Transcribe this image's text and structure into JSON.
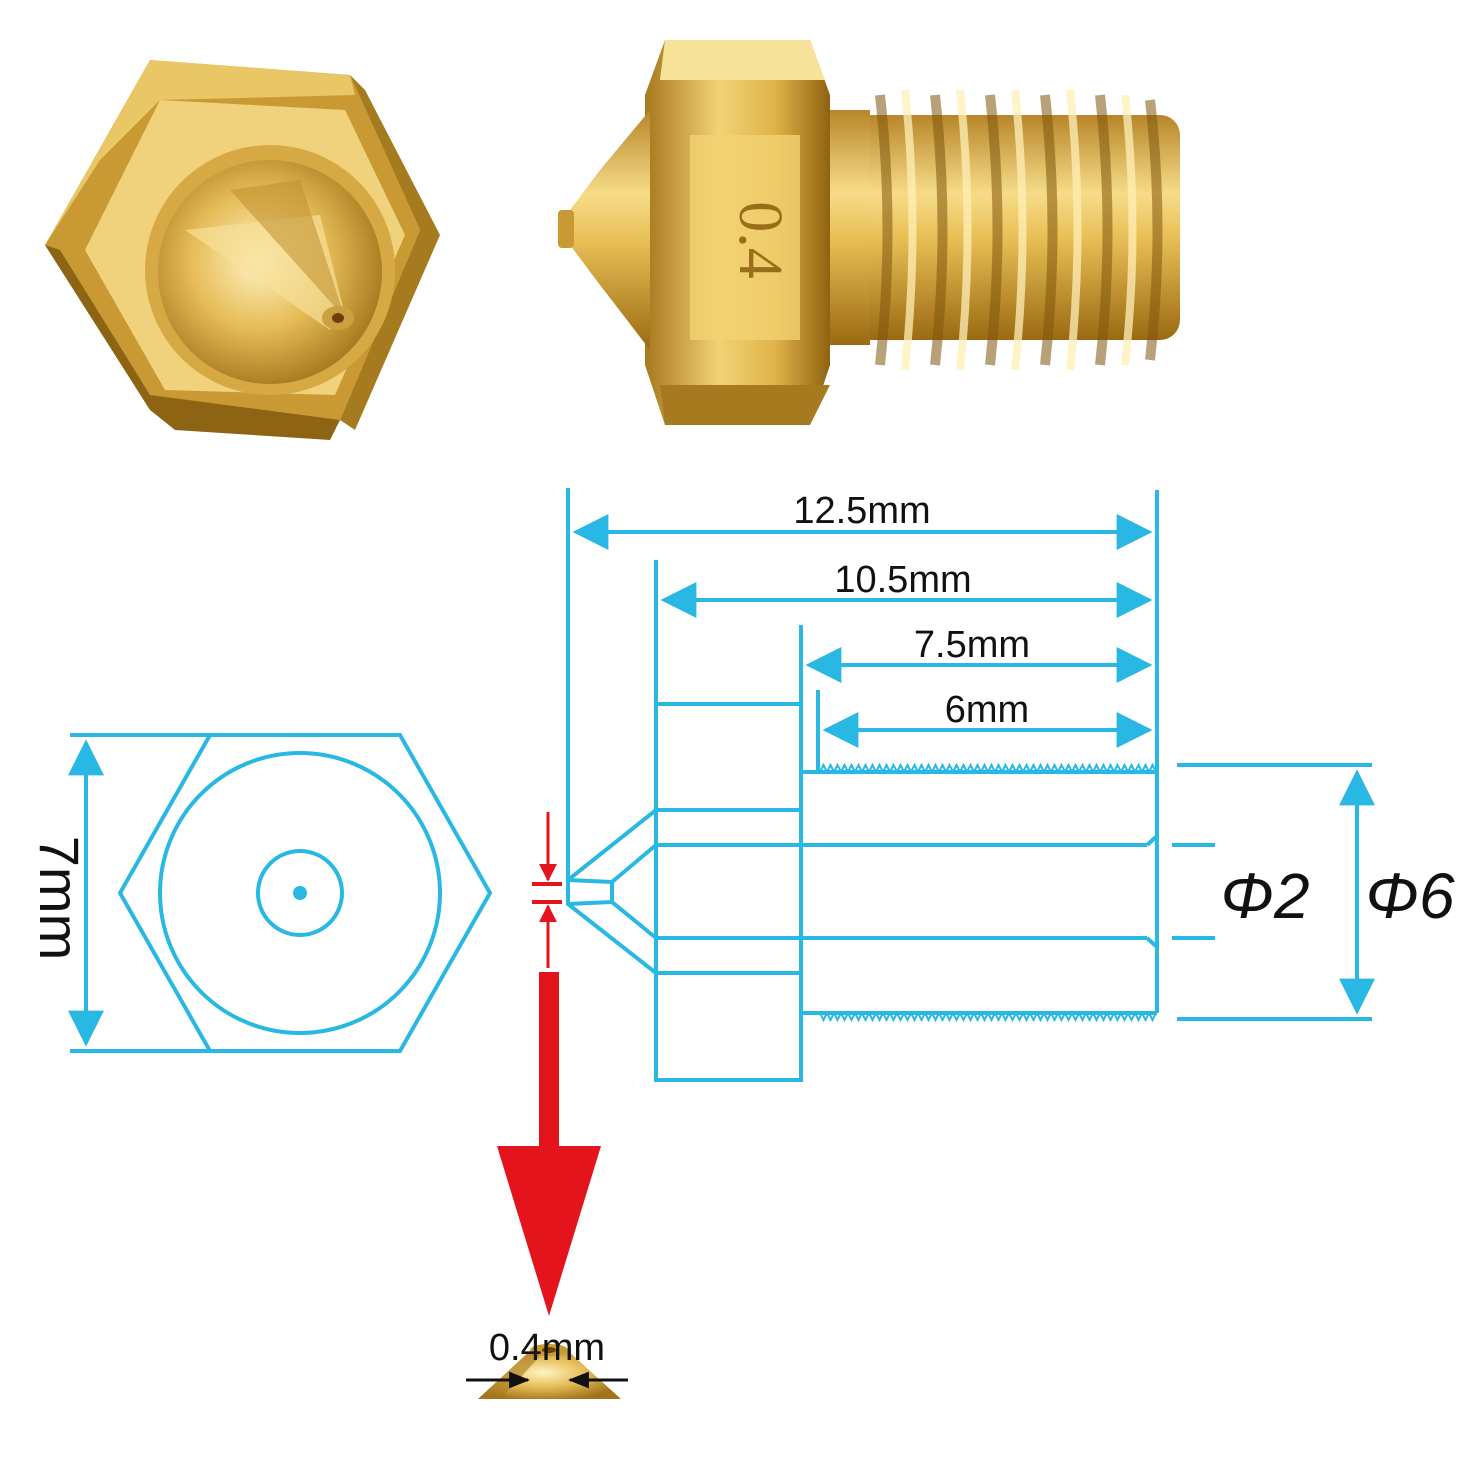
{
  "colors": {
    "line": "#29b8e3",
    "arrow_red": "#e3141c",
    "text": "#111111",
    "brass_light": "#f4d67a",
    "brass_mid": "#d8a93a",
    "brass_dark": "#9a6a12"
  },
  "photos": {
    "nozzle_size_marking": "0.4"
  },
  "dimensions": {
    "total_length": "12.5mm",
    "length_10_5": "10.5mm",
    "thread_section": "7.5mm",
    "thread_length": "6mm",
    "hex_width": "7mm",
    "inner_diameter": "Φ2",
    "outer_diameter": "Φ6",
    "orifice": "0.4mm"
  },
  "icons": {
    "pointer": "red-down-arrow-icon"
  }
}
